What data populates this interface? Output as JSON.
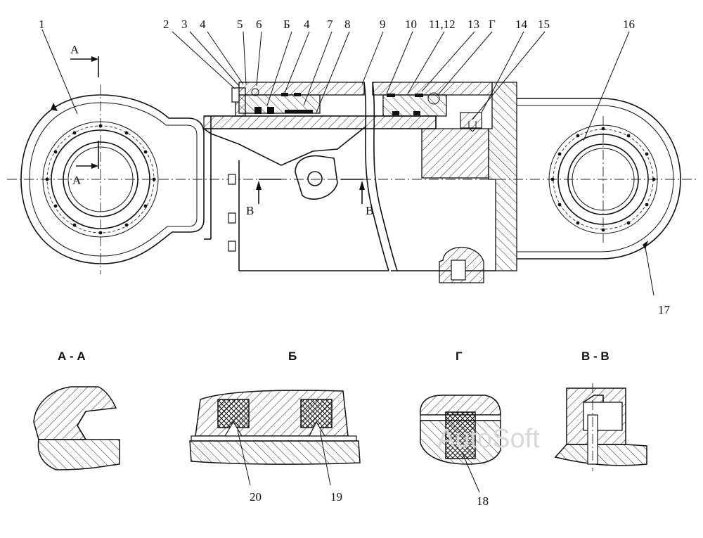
{
  "callouts": {
    "n1": "1",
    "n2": "2",
    "n3": "3",
    "n4": "4",
    "n5": "5",
    "n6": "6",
    "nB": "Б",
    "n4b": "4",
    "n7": "7",
    "n8": "8",
    "n9": "9",
    "n10": "10",
    "n11_12": "11,12",
    "n13": "13",
    "nG": "Г",
    "n14": "14",
    "n15": "15",
    "n16": "16",
    "n17": "17",
    "n18": "18",
    "n19": "19",
    "n20": "20"
  },
  "markers": {
    "a_top": "А",
    "a_mid": "А",
    "v_left": "В",
    "v_right": "В"
  },
  "sections": {
    "aa": "А - А",
    "b": "Б",
    "g": "Г",
    "vv": "В - В"
  },
  "watermark": "AutoSoft"
}
